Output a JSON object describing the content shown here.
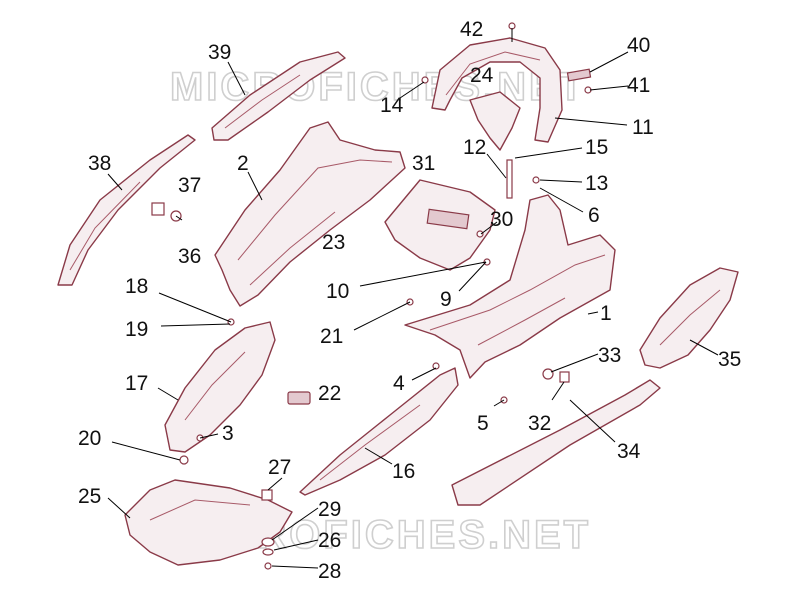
{
  "diagram": {
    "watermark_top": "MICROFICHES.NET",
    "watermark_bottom": "MICROFICHES.NET",
    "callouts": [
      {
        "id": "c42",
        "label": "42"
      },
      {
        "id": "c40",
        "label": "40"
      },
      {
        "id": "c39",
        "label": "39"
      },
      {
        "id": "c24",
        "label": "24"
      },
      {
        "id": "c41",
        "label": "41"
      },
      {
        "id": "c14",
        "label": "14"
      },
      {
        "id": "c11",
        "label": "11"
      },
      {
        "id": "c12",
        "label": "12"
      },
      {
        "id": "c15",
        "label": "15"
      },
      {
        "id": "c38",
        "label": "38"
      },
      {
        "id": "c2",
        "label": "2"
      },
      {
        "id": "c31",
        "label": "31"
      },
      {
        "id": "c13",
        "label": "13"
      },
      {
        "id": "c37",
        "label": "37"
      },
      {
        "id": "c6",
        "label": "6"
      },
      {
        "id": "c30",
        "label": "30"
      },
      {
        "id": "c23",
        "label": "23"
      },
      {
        "id": "c36",
        "label": "36"
      },
      {
        "id": "c10",
        "label": "10"
      },
      {
        "id": "c18",
        "label": "18"
      },
      {
        "id": "c9",
        "label": "9"
      },
      {
        "id": "c1",
        "label": "1"
      },
      {
        "id": "c21",
        "label": "21"
      },
      {
        "id": "c19",
        "label": "19"
      },
      {
        "id": "c33",
        "label": "33"
      },
      {
        "id": "c35",
        "label": "35"
      },
      {
        "id": "c17",
        "label": "17"
      },
      {
        "id": "c4",
        "label": "4"
      },
      {
        "id": "c22",
        "label": "22"
      },
      {
        "id": "c5",
        "label": "5"
      },
      {
        "id": "c32",
        "label": "32"
      },
      {
        "id": "c3",
        "label": "3"
      },
      {
        "id": "c20",
        "label": "20"
      },
      {
        "id": "c34",
        "label": "34"
      },
      {
        "id": "c16",
        "label": "16"
      },
      {
        "id": "c27",
        "label": "27"
      },
      {
        "id": "c25",
        "label": "25"
      },
      {
        "id": "c29",
        "label": "29"
      },
      {
        "id": "c26",
        "label": "26"
      },
      {
        "id": "c28",
        "label": "28"
      }
    ]
  }
}
